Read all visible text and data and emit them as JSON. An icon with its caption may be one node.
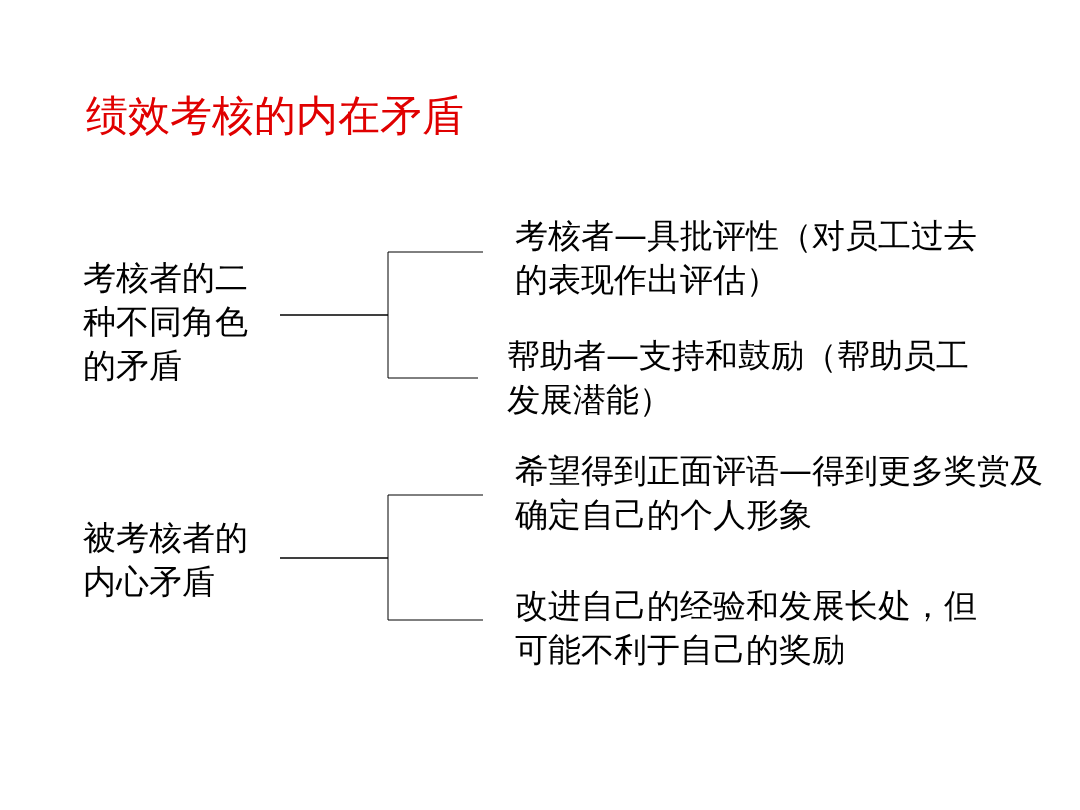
{
  "diagram": {
    "title": "绩效考核的内在矛盾",
    "nodes": [
      {
        "text": [
          "考核者的二种不同角色的矛盾"
        ]
      },
      {
        "text": [
          "考核者—具批评性（对员工过去的表现作出评估）"
        ]
      },
      {
        "text": [
          "帮助者—支持和鼓励（帮助员工发展潜能）"
        ]
      },
      {
        "text": [
          "被考核者的内心矛盾"
        ]
      },
      {
        "text": [
          "希望得到正面评语—得到更多奖赏及确定自己的个人形象"
        ]
      },
      {
        "text": [
          "改进自己的经验和发展长处，但可能不利于自己的奖励"
        ]
      }
    ],
    "edges": [
      {
        "from": 0,
        "to": 1,
        "arrow": "none"
      },
      {
        "from": 0,
        "to": 2,
        "arrow": "none"
      },
      {
        "from": 3,
        "to": 4,
        "arrow": "none"
      },
      {
        "from": 3,
        "to": 5,
        "arrow": "none"
      }
    ]
  }
}
